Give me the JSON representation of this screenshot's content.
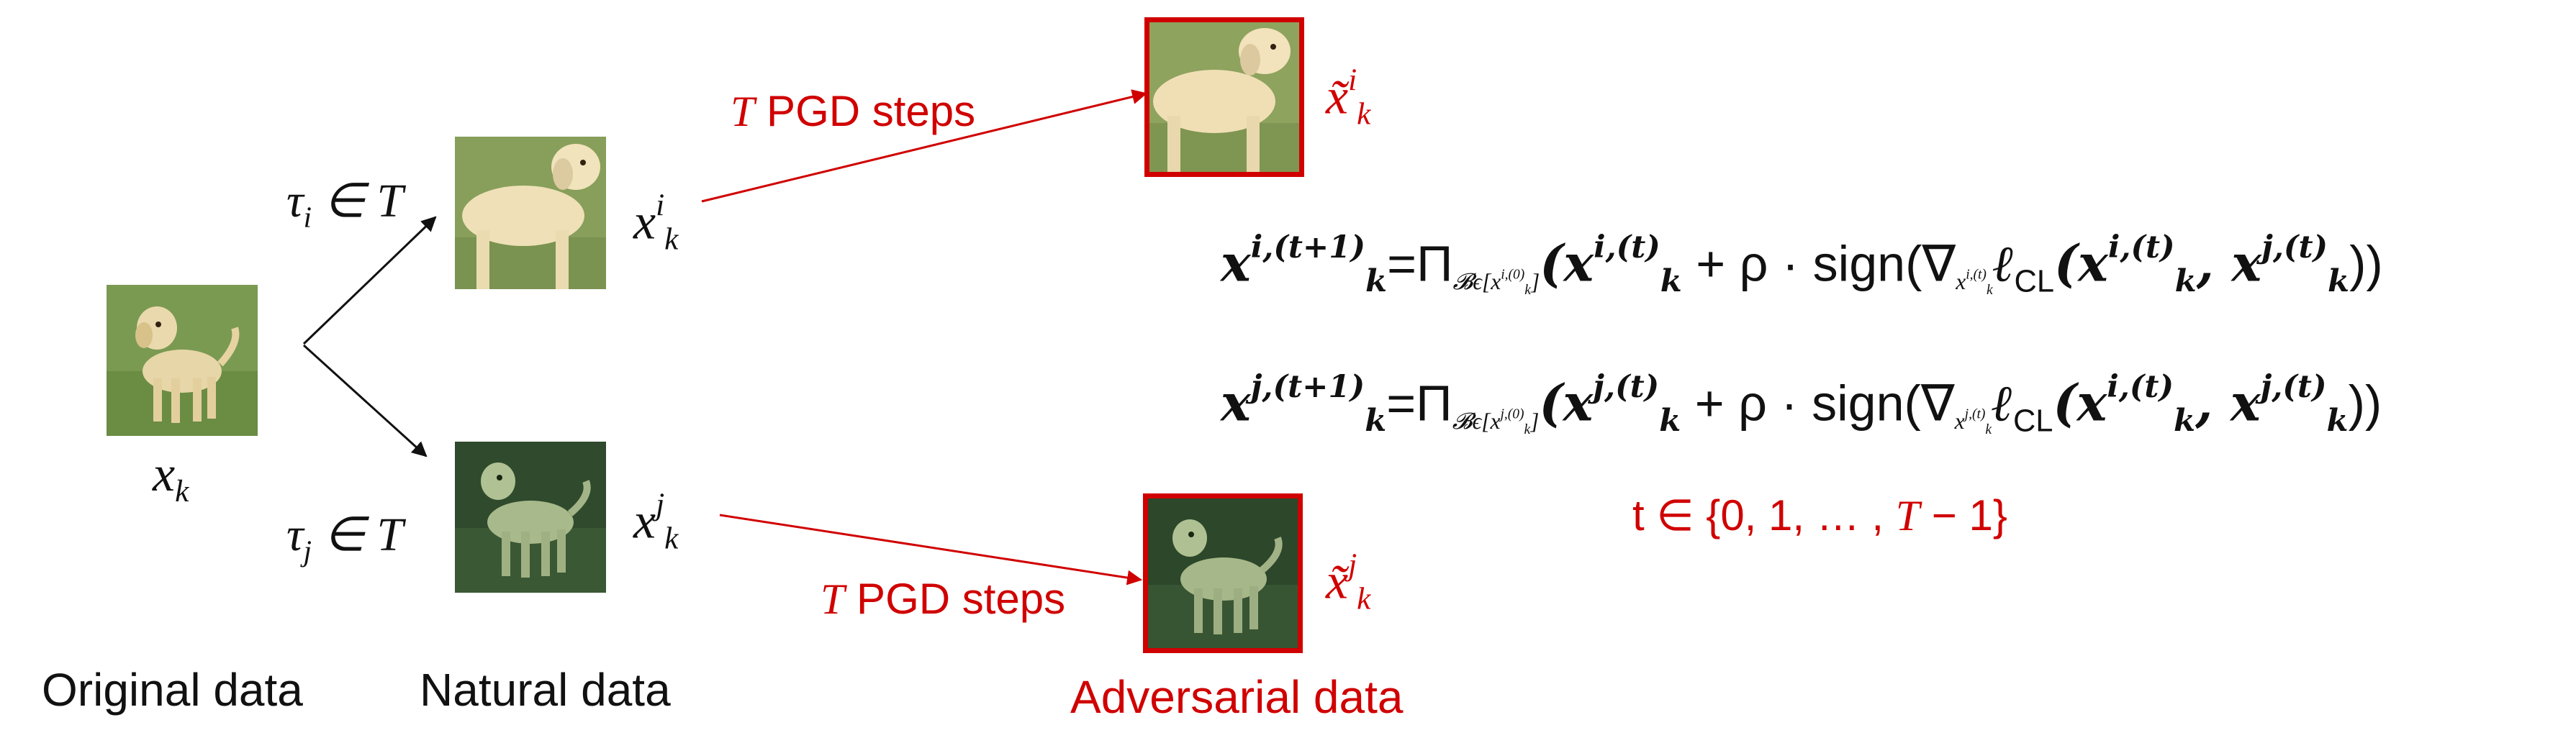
{
  "captions": {
    "original": "Original data",
    "natural": "Natural data",
    "adversarial": "Adversarial data"
  },
  "labels": {
    "x_k": "x",
    "x_k_sub": "k",
    "x_ki": "x",
    "x_ki_sup": "i",
    "x_ki_sub": "k",
    "x_kj": "x",
    "x_kj_sup": "j",
    "x_kj_sub": "k",
    "xt_ki": "x̃",
    "xt_ki_sup": "i",
    "xt_ki_sub": "k",
    "xt_kj": "x̃",
    "xt_kj_sup": "j",
    "xt_kj_sub": "k"
  },
  "transforms": {
    "tau_i": "τ",
    "tau_i_sub": "i",
    "tau_i_rest": " ∈ T",
    "tau_j": "τ",
    "tau_j_sub": "j",
    "tau_j_rest": " ∈ T"
  },
  "pgd": {
    "top_T": "T",
    "top_text": " PGD steps",
    "bottom_T": "T",
    "bottom_text": " PGD steps"
  },
  "equations": {
    "eq1_lhs": "x",
    "eq1_lhs_sup": "i,(t+1)",
    "eq1_lhs_sub": "k",
    "eq1_proj": "=Π",
    "eq1_proj_sub": "𝓑ϵ[x",
    "eq1_proj_subsup": "i,(0)",
    "eq1_proj_subsub": "k",
    "eq1_proj_subclose": "]",
    "eq1_open": "(x",
    "eq1_x_sup": "i,(t)",
    "eq1_x_sub": "k",
    "eq1_mid": " + ρ · sign(∇",
    "eq1_grad_sub": "x",
    "eq1_grad_subsup": "i,(t)",
    "eq1_grad_subsub": "k",
    "eq1_loss": "ℓ",
    "eq1_loss_sub": "CL",
    "eq1_args_open": "(x",
    "eq1_a1_sup": "i,(t)",
    "eq1_a1_sub": "k",
    "eq1_comma": ", x",
    "eq1_a2_sup": "j,(t)",
    "eq1_a2_sub": "k",
    "eq1_close": "))",
    "eq2_lhs": "x",
    "eq2_lhs_sup": "j,(t+1)",
    "eq2_lhs_sub": "k",
    "eq2_proj": "=Π",
    "eq2_proj_sub": "𝓑ϵ[x",
    "eq2_proj_subsup": "j,(0)",
    "eq2_proj_subsub": "k",
    "eq2_proj_subclose": "]",
    "eq2_open": "(x",
    "eq2_x_sup": "j,(t)",
    "eq2_x_sub": "k",
    "eq2_mid": " + ρ · sign(∇",
    "eq2_grad_sub": "x",
    "eq2_grad_subsup": "j,(t)",
    "eq2_grad_subsub": "k",
    "eq2_loss": "ℓ",
    "eq2_loss_sub": "CL",
    "eq2_args_open": "(x",
    "eq2_a1_sup": "i,(t)",
    "eq2_a1_sub": "k",
    "eq2_comma": ", x",
    "eq2_a2_sup": "j,(t)",
    "eq2_a2_sub": "k",
    "eq2_close": "))",
    "t_range_prefix": "t ∈ {0, 1, … , ",
    "t_range_T": "T",
    "t_range_suffix": " − 1}"
  },
  "colors": {
    "accent": "#d00000",
    "arrow": "#111111"
  }
}
